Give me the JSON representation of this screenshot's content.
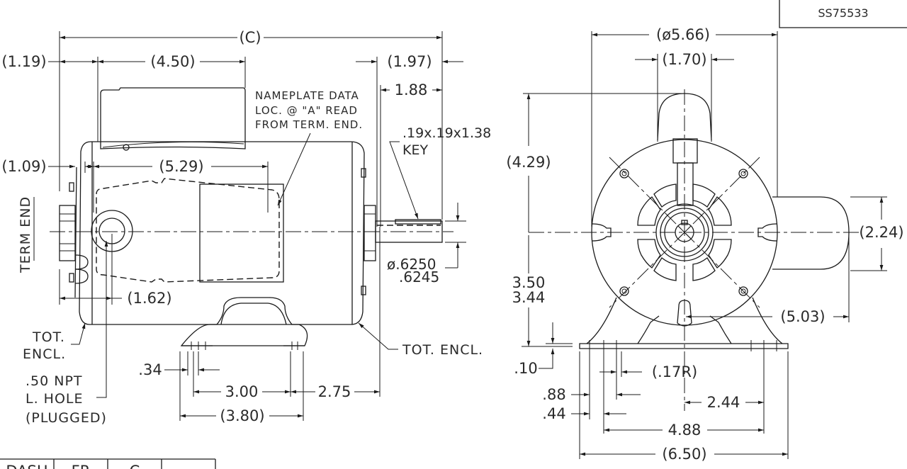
{
  "drawing_number": "SS75533",
  "side_view": {
    "dim_overall_length": "(C)",
    "dim_term_end_offset": "(1.19)",
    "dim_conduit_box_length": "(4.50)",
    "dim_shaft_extension": "(1.97)",
    "dim_shaft_usable": "1.88",
    "dim_endshield_offset": "(1.09)",
    "dim_nameplate_span": "(5.29)",
    "dim_lead_hole": "(1.62)",
    "dim_foot_slot": ".34",
    "dim_foot_spacing": "3.00",
    "dim_foot_to_shaft": "2.75",
    "dim_base_length": "(3.80)",
    "nameplate_note": [
      "NAMEPLATE DATA",
      "LOC. @ \"A\" READ",
      "FROM TERM. END."
    ],
    "key_note": [
      ".19x.19x1.38",
      "KEY"
    ],
    "shaft_diameter": [
      "ø.6250",
      ".6245"
    ],
    "term_end_label": "TERM END",
    "tot_encl_left": [
      "TOT.",
      "ENCL."
    ],
    "tot_encl_right": "TOT. ENCL.",
    "lead_hole_note": [
      ".50 NPT",
      "L. HOLE",
      "(PLUGGED)"
    ]
  },
  "end_view": {
    "dim_frame_diameter": "(ø5.66)",
    "dim_box_width": "(1.70)",
    "dim_box_height": "(4.29)",
    "dim_side_box": "(2.24)",
    "dim_shaft_height": [
      "3.50",
      "3.44"
    ],
    "dim_side_box_reach": "(5.03)",
    "dim_base_thickness": ".10",
    "dim_slot_radius": "(.17R)",
    "dim_slot_outer": ".88",
    "dim_slot_inner": ".44",
    "dim_half_spacing": "2.44",
    "dim_foot_spacing": "4.88",
    "dim_base_width": "(6.50)"
  },
  "table_headers": [
    "DASH",
    "FR",
    "C",
    ""
  ]
}
